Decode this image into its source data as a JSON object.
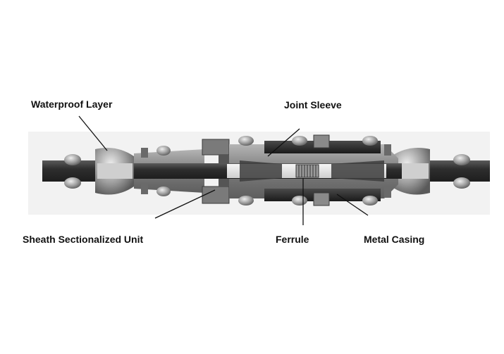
{
  "labels": {
    "waterproof_layer": "Waterproof Layer",
    "joint_sleeve": "Joint Sleeve",
    "sheath_sectionalized_unit": "Sheath Sectionalized Unit",
    "ferrule": "Ferrule",
    "metal_casing": "Metal Casing"
  },
  "colors": {
    "background_panel": "#f2f2f2",
    "cable_dark": "#3a3a3a",
    "conductor_light": "#e6e6e6",
    "body_mid": "#8c8c8c",
    "leader_line": "#111111"
  }
}
